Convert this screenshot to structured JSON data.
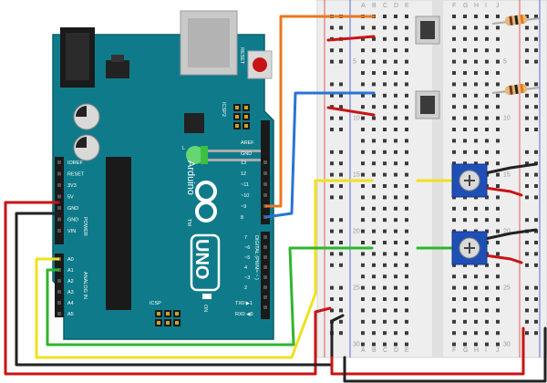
{
  "board": {
    "name": "Arduino",
    "model": "UNO",
    "tm": "TM",
    "reset_label": "RESET",
    "icsp2_label": "ICSP2",
    "icsp_label": "ICSP",
    "tx_label": "TX",
    "rx_label": "RX",
    "on_label": "ON",
    "l_label": "L",
    "aref_label": "AREF",
    "gnd_label": "GND",
    "digital_label": "DIGITAL (PWM= ~ )",
    "power_label": "POWER",
    "analog_label": "ANALOG IN",
    "power_pins": [
      "IOREF",
      "RESET",
      "3V3",
      "5V",
      "GND",
      "GND",
      "VIN"
    ],
    "analog_pins": [
      "A0",
      "A1",
      "A2",
      "A3",
      "A4",
      "A5"
    ],
    "digital_pins_top": [
      "13",
      "12",
      "~11",
      "~10",
      "~9",
      "8"
    ],
    "digital_pins_bottom": [
      "7",
      "~6",
      "~5",
      "4",
      "~3",
      "2",
      "1",
      "0"
    ],
    "tx_arrow": "TX0 ▶1",
    "rx_arrow": "RX0 ◀0"
  },
  "breadboard": {
    "columns": [
      "A",
      "B",
      "C",
      "D",
      "E",
      "F",
      "G",
      "H",
      "I",
      "J"
    ],
    "row_numbers": [
      "5",
      "10",
      "15",
      "20",
      "25",
      "30"
    ]
  },
  "colors": {
    "board": "#0f7b8a",
    "board_dark": "#0a5f6b",
    "wire_orange": "#e8781e",
    "wire_blue": "#2a73d6",
    "wire_yellow": "#f0e11e",
    "wire_green": "#2fb52f",
    "wire_red": "#c81414",
    "wire_black": "#222222",
    "pot_blue": "#1f4fb5"
  }
}
